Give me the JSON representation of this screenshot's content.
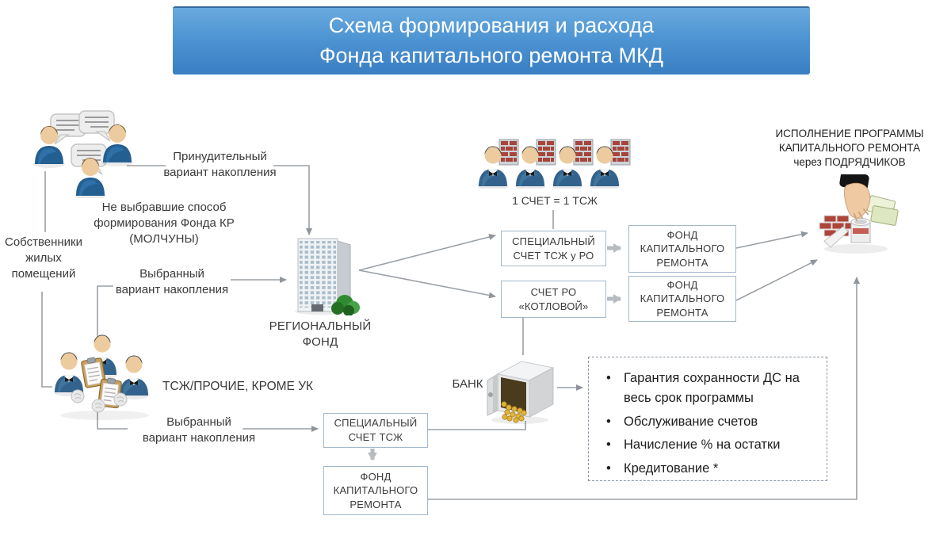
{
  "title": "Схема формирования и расхода\nФонда капитального ремонта МКД",
  "labels": {
    "owners": "Собственники\nжилых\nпомещений",
    "forced_option": "Принудительный\nвариант накопления",
    "silent_owners": "Не выбравшие способ\nформирования Фонда КР\n(МОЛЧУНЫ)",
    "chosen_option_top": "Выбранный\nвариант накопления",
    "regional_fund": "РЕГИОНАЛЬНЫЙ\nФОНД",
    "one_account_equals": "1 СЧЕТ = 1 ТСЖ",
    "bank": "БАНК",
    "tsg_others": "ТСЖ/ПРОЧИЕ, КРОМЕ УК",
    "chosen_option_bottom": "Выбранный\nвариант накопления",
    "execution_program": "ИСПОЛНЕНИЕ ПРОГРАММЫ\nКАПИТАЛЬНОГО РЕМОНТА\nчерез ПОДРЯДЧИКОВ"
  },
  "boxes": {
    "special_account_tsg_ro": "СПЕЦИАЛЬНЫЙ\nСЧЕТ ТСЖ у РО",
    "fund_capital_repair_1": "ФОНД\nКАПИТАЛЬНОГО\nРЕМОНТА",
    "account_ro_kotlovoy": "СЧЕТ РО\n«КОТЛОВОЙ»",
    "fund_capital_repair_2": "ФОНД\nКАПИТАЛЬНОГО\nРЕМОНТА",
    "special_account_tsg": "СПЕЦИАЛЬНЫЙ\nСЧЕТ ТСЖ",
    "fund_capital_repair_3": "ФОНД\nКАПИТАЛЬНОГО\nРЕМОНТА"
  },
  "bank_services": {
    "items": [
      "Гарантия сохранности ДС на весь срок программы",
      "Обслуживание счетов",
      "Начисление % на остатки",
      "Кредитование *"
    ]
  },
  "icons": {
    "owners_group": "people-chat-icon",
    "homeowners_row": "businessmen-houses-icon",
    "regional_fund": "office-building-icon",
    "bank": "open-safe-coins-icon",
    "contractors": "hand-money-bricks-icon",
    "tsg_group": "people-clipboards-icon"
  },
  "colors": {
    "banner_top": "#5ba3dc",
    "banner_bottom": "#3a7ec3",
    "box_border": "#a3b8cc",
    "connector": "#9aa0a6",
    "thick_arrow": "#b6bbc0",
    "text": "#3a3a3a"
  }
}
